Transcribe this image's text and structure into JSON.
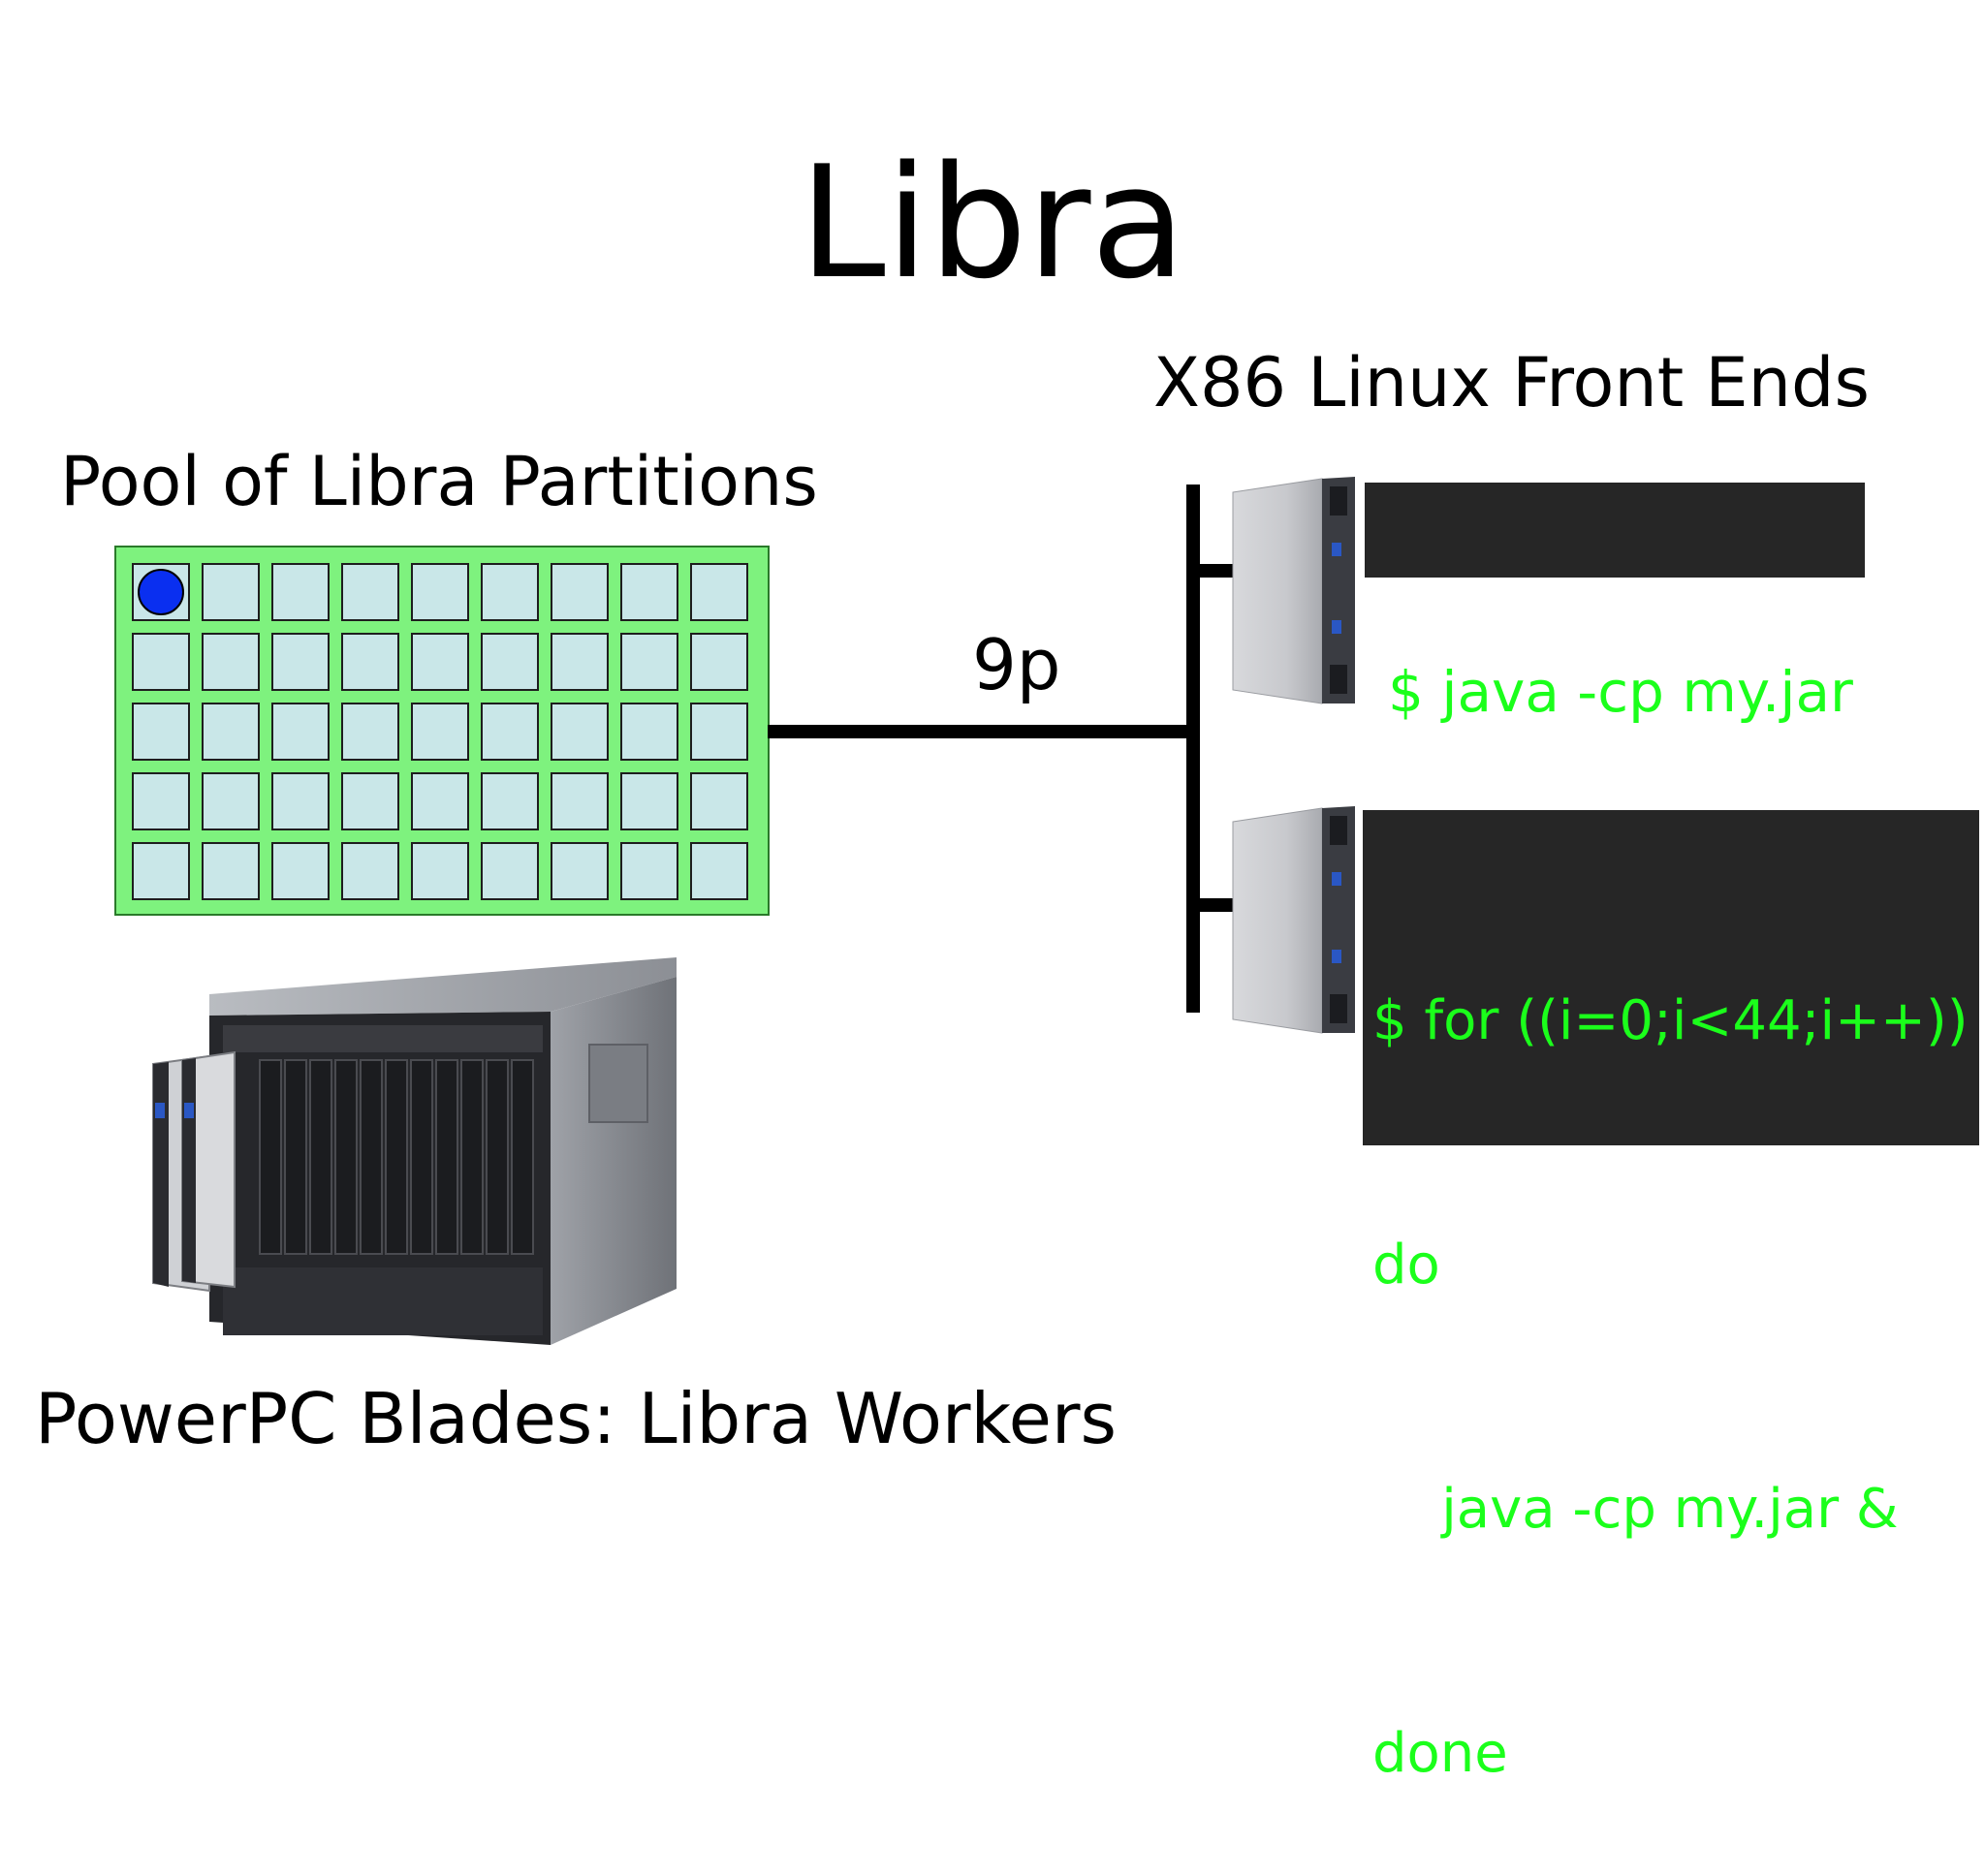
{
  "slide": {
    "title": "Libra"
  },
  "front_ends": {
    "heading": "X86 Linux Front Ends",
    "terminal_1": {
      "lines": [
        "$ java -cp my.jar"
      ]
    },
    "terminal_2": {
      "lines": [
        "$ for ((i=0;i<44;i++))",
        "do",
        "    java -cp my.jar &",
        "done"
      ]
    },
    "icons": [
      "server-blade-icon",
      "server-blade-icon"
    ]
  },
  "pool": {
    "heading": "Pool of Libra Partitions",
    "rows": 5,
    "cols": 9,
    "active_cells": [
      0
    ],
    "colors": {
      "background": "#7ef27e",
      "cell": "#c9e7e8",
      "active": "#0a2ff0"
    }
  },
  "link": {
    "label": "9p"
  },
  "workers": {
    "heading": "PowerPC Blades: Libra Workers",
    "icon": "blade-chassis-icon"
  },
  "colors": {
    "terminal_bg": "#262626",
    "terminal_text": "#1bff1b"
  }
}
